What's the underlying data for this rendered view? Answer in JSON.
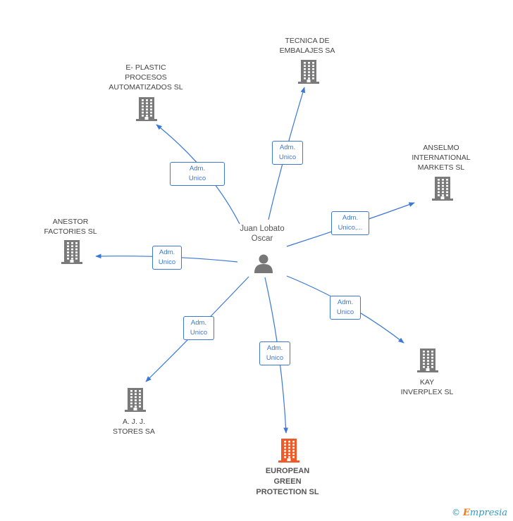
{
  "person": {
    "name": "Juan Lobato\nOscar",
    "icon": "person-icon"
  },
  "companies": [
    {
      "id": "eplastic",
      "name": "E- PLASTIC\nPROCESOS\nAUTOMATIZADOS SL",
      "focus": false
    },
    {
      "id": "tecnica",
      "name": "TECNICA DE\nEMBALAJES SA",
      "focus": false
    },
    {
      "id": "anselmo",
      "name": "ANSELMO\nINTERNATIONAL\nMARKETS SL",
      "focus": false
    },
    {
      "id": "anestor",
      "name": "ANESTOR\nFACTORIES SL",
      "focus": false
    },
    {
      "id": "kay",
      "name": "KAY\nINVERPLEX SL",
      "focus": false
    },
    {
      "id": "ajj",
      "name": "A. J. J.\nSTORES SA",
      "focus": false
    },
    {
      "id": "european",
      "name": "EUROPEAN\nGREEN\nPROTECTION SL",
      "focus": true
    }
  ],
  "edges": [
    {
      "to": "eplastic",
      "label": "Adm.\nUnico"
    },
    {
      "to": "tecnica",
      "label": "Adm.\nUnico"
    },
    {
      "to": "anselmo",
      "label": "Adm.\nUnico,..."
    },
    {
      "to": "anestor",
      "label": "Adm.\nUnico"
    },
    {
      "to": "kay",
      "label": "Adm.\nUnico"
    },
    {
      "to": "ajj",
      "label": "Adm.\nUnico"
    },
    {
      "to": "european",
      "label": "Adm.\nUnico"
    }
  ],
  "colors": {
    "edge": "#3a78d4",
    "building": "#7a7a7a",
    "focus_building": "#f05a28"
  },
  "footer": {
    "copyright": "©",
    "brand_first": "E",
    "brand_rest": "mpresia"
  }
}
